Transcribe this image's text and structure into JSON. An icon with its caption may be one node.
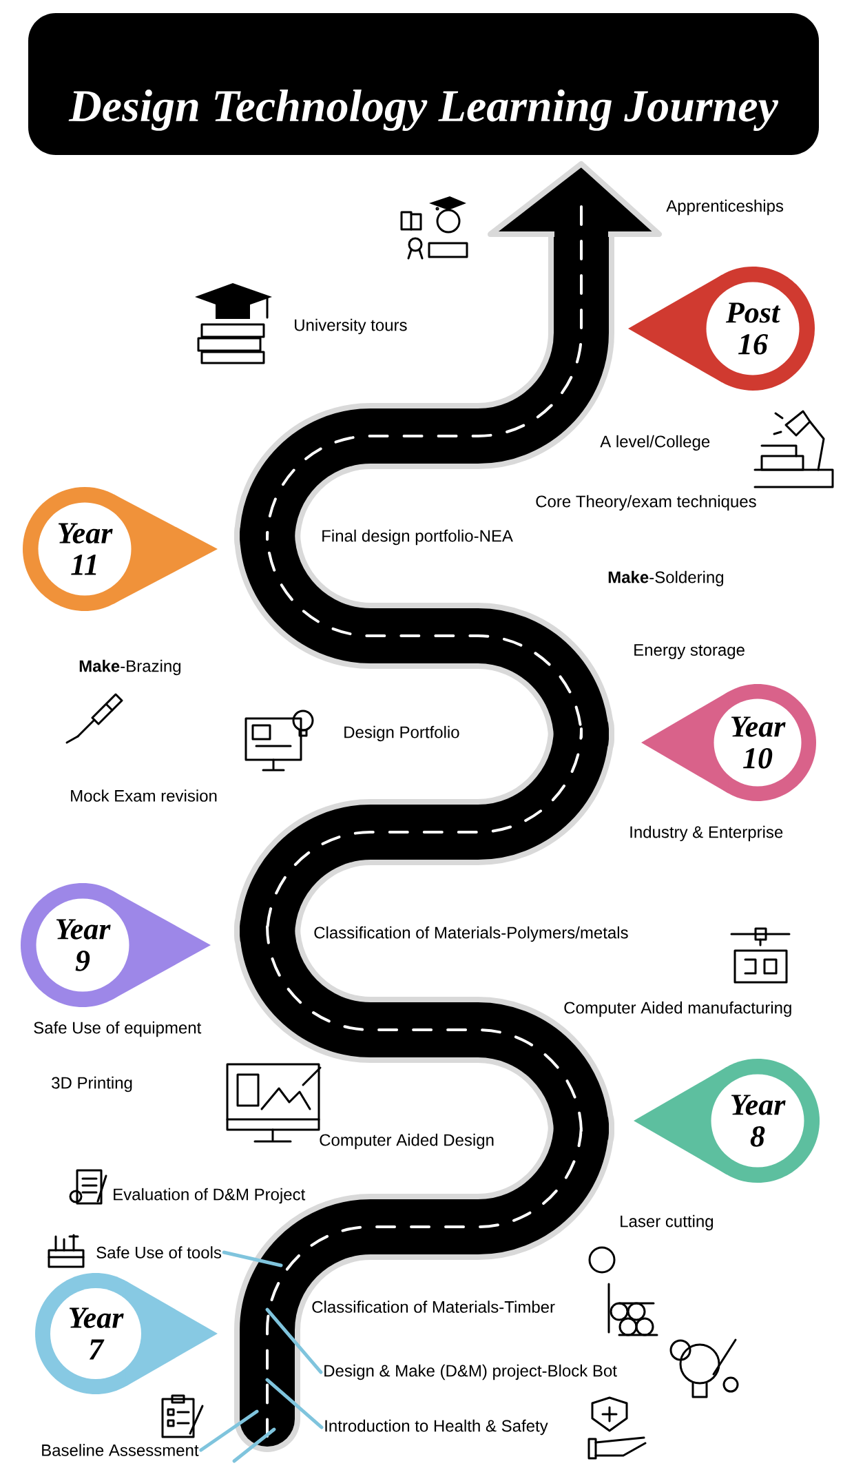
{
  "diagram": {
    "title": "Design Technology  Learning Journey",
    "nodes": [
      {
        "text": [
          "Post 16"
        ]
      },
      {
        "text": [
          "Year 11"
        ]
      },
      {
        "text": [
          "Year 10"
        ]
      },
      {
        "text": [
          "Year 9"
        ]
      },
      {
        "text": [
          "Year 8"
        ]
      },
      {
        "text": [
          "Safe Use of tools"
        ]
      },
      {
        "text": [
          "Year 7"
        ]
      },
      {
        "text": [
          "Design & Make (D&M)  project-Block Bot"
        ]
      },
      {
        "text": [
          "Introduction to Health & Safety"
        ]
      },
      {
        "text": [
          "Baseline Assessment"
        ]
      }
    ],
    "edges": [
      {
        "from": 5,
        "to": null,
        "arrow": "none"
      },
      {
        "from": 7,
        "to": null,
        "arrow": "none"
      },
      {
        "from": 8,
        "to": null,
        "arrow": "none"
      },
      {
        "from": 9,
        "to": null,
        "arrow": "none"
      }
    ],
    "labels": [
      "Apprenticeships",
      "University tours",
      "A level/College",
      "Core Theory/exam techniques",
      "Final design portfolio-NEA",
      "**Make**-Soldering",
      "Energy storage",
      "**Make**-Brazing",
      "Design Portfolio",
      "Mock Exam revision",
      "Industry & Enterprise",
      "Classification of Materials-Polymers/metals",
      "Computer Aided manufacturing",
      "Safe Use of equipment",
      "3D Printing",
      "Computer Aided Design",
      "Evaluation of D&M Project",
      "Laser cutting",
      "Classification of Materials-Timber"
    ]
  }
}
